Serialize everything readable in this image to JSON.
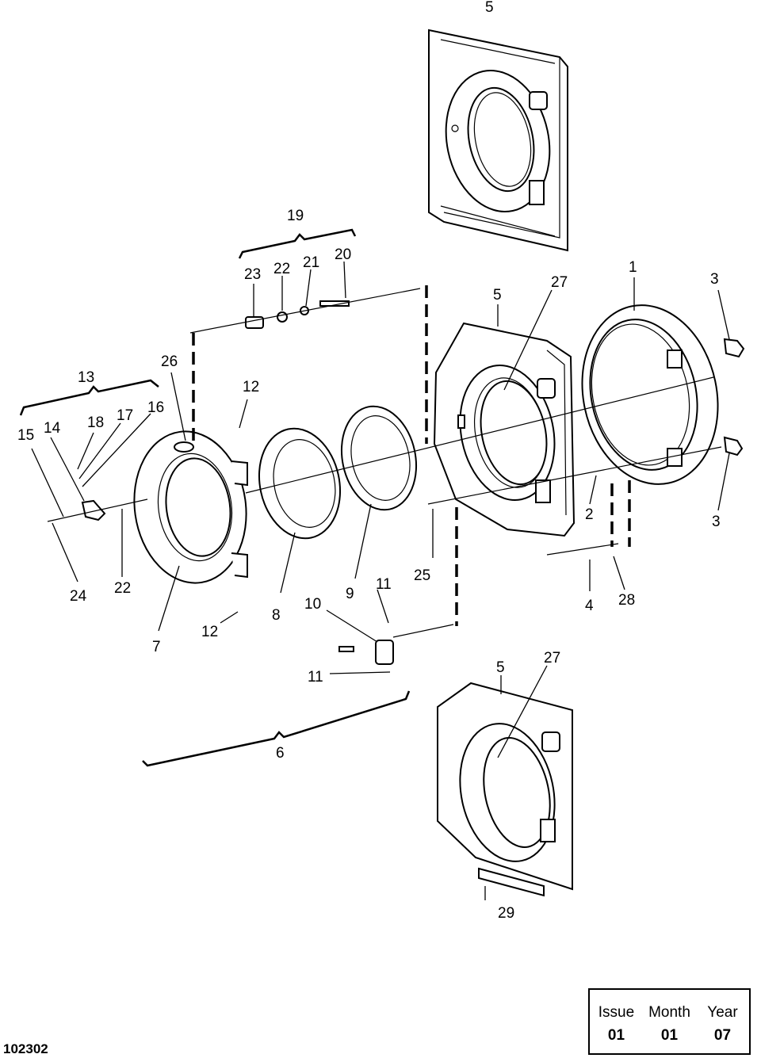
{
  "drawing_number": "102302",
  "revision": {
    "headers": [
      "Issue",
      "Month",
      "Year"
    ],
    "values": [
      "01",
      "01",
      "07"
    ]
  },
  "callouts": {
    "c1": "1",
    "c2": "2",
    "c3a": "3",
    "c3b": "3",
    "c4": "4",
    "c5a": "5",
    "c5b": "5",
    "c5c": "5",
    "c6": "6",
    "c7": "7",
    "c8": "8",
    "c9": "9",
    "c10": "10",
    "c11a": "11",
    "c11b": "11",
    "c12a": "12",
    "c12b": "12",
    "c13": "13",
    "c14": "14",
    "c15": "15",
    "c16": "16",
    "c17": "17",
    "c18": "18",
    "c19": "19",
    "c20": "20",
    "c21": "21",
    "c22a": "22",
    "c22b": "22",
    "c23": "23",
    "c24": "24",
    "c25": "25",
    "c26": "26",
    "c27a": "27",
    "c27b": "27",
    "c28": "28",
    "c29": "29"
  }
}
